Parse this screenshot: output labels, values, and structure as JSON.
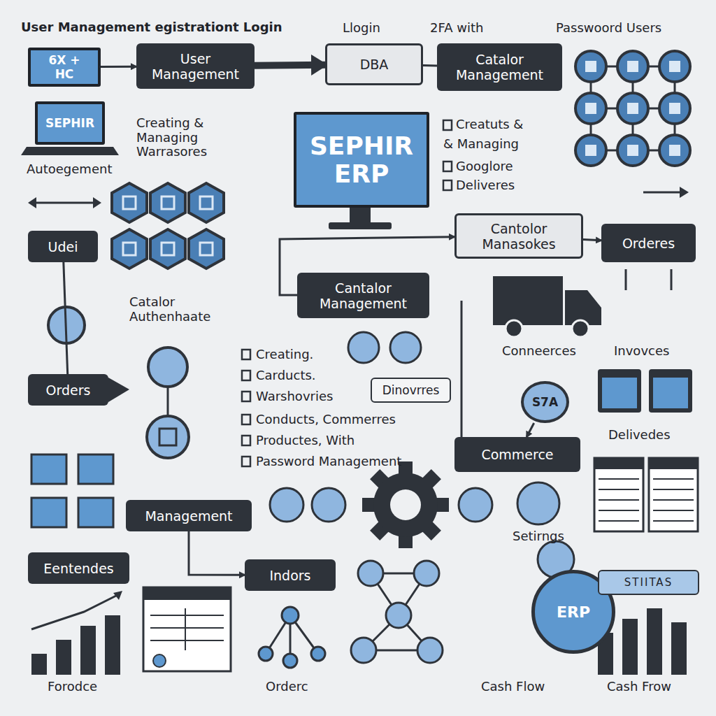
{
  "diagram": {
    "title": "User Management egistrationt Login",
    "nodes": [
      {
        "text": [
          "6X + HC"
        ]
      },
      {
        "text": [
          "User Management"
        ]
      },
      {
        "text": [
          "DBA"
        ]
      },
      {
        "text": [
          "Catalor Management"
        ]
      },
      {
        "text": [
          "SEPHIR"
        ]
      },
      {
        "text": [
          "SEPHIR ERP"
        ]
      },
      {
        "text": [
          "Udei"
        ]
      },
      {
        "text": [
          "Cantolor Manasokes"
        ]
      },
      {
        "text": [
          "Orderes"
        ]
      },
      {
        "text": [
          "Cantalor Management"
        ]
      },
      {
        "text": [
          "Orders"
        ]
      },
      {
        "text": [
          "Dinovrres"
        ]
      },
      {
        "text": [
          "S7A"
        ]
      },
      {
        "text": [
          "Commerce"
        ]
      },
      {
        "text": [
          "Management"
        ]
      },
      {
        "text": [
          "Eentendes"
        ]
      },
      {
        "text": [
          "Indors"
        ]
      },
      {
        "text": [
          "ERP"
        ]
      },
      {
        "text": [
          "STIITAS"
        ]
      }
    ],
    "edges": [
      {
        "from": 0,
        "to": 1,
        "arrow": "to"
      },
      {
        "from": 1,
        "to": 2,
        "arrow": "to"
      },
      {
        "from": 2,
        "to": 3,
        "arrow": "none"
      },
      {
        "from": 7,
        "to": 8,
        "arrow": "to"
      },
      {
        "from": 9,
        "to": 7,
        "arrow": "to"
      },
      {
        "from": 14,
        "to": 16,
        "arrow": "to"
      },
      {
        "from": 12,
        "to": 13,
        "arrow": "to"
      },
      {
        "from": 6,
        "to": 10,
        "arrow": "none"
      }
    ],
    "labels": [
      "Llogin",
      "2FA with",
      "Passwoord Users",
      "Creating & Managing Warrasores",
      "Autoegement",
      "Creatuts &",
      "& Managing",
      "Googlore",
      "Deliveres",
      "Catalor Authenhaate",
      "Creating.",
      "Carducts.",
      "Warshovries",
      "Conducts, Commerres",
      "Productes, With",
      "Password Management",
      "Conneerces",
      "Invovces",
      "Delivedes",
      "Setirngs",
      "Cash Flow",
      "Cash Frow",
      "Forodce",
      "Orderc"
    ]
  }
}
